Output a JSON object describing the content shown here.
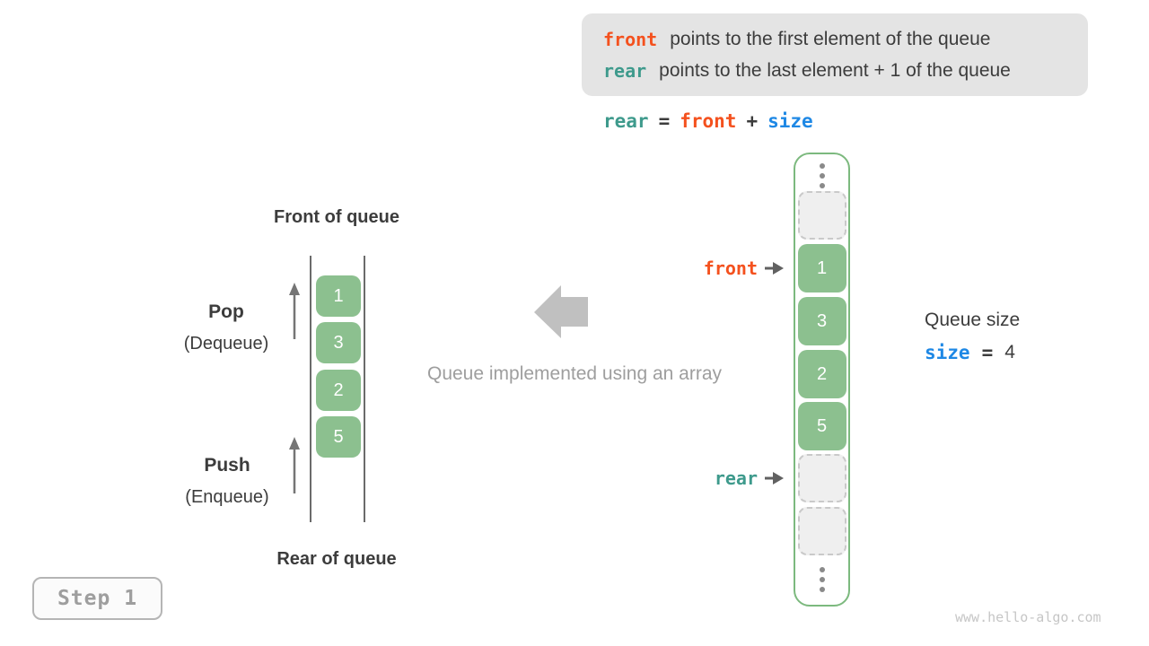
{
  "colors": {
    "front_orange": "#f4511e",
    "rear_teal": "#3e9a8c",
    "size_blue": "#1e88e5",
    "element_green": "#8cc08f",
    "frame_green_border": "#7cb97e",
    "note_box_bg": "#e4e4e4"
  },
  "note_box": {
    "line1": {
      "token": "front",
      "text": "points to the first element of the queue"
    },
    "line2": {
      "token": "rear",
      "text": "points to the last element + 1 of the queue"
    }
  },
  "formula": {
    "lhs": "rear",
    "eq": "=",
    "op1": "front",
    "plus": "+",
    "op2": "size"
  },
  "left_queue": {
    "front_label": "Front of queue",
    "rear_label": "Rear of queue",
    "pop_title": "Pop",
    "pop_subtitle": "(Dequeue)",
    "push_title": "Push",
    "push_subtitle": "(Enqueue)",
    "values": [
      "1",
      "3",
      "2",
      "5"
    ]
  },
  "center_caption": "Queue implemented using an array",
  "array_view": {
    "front_pointer": "front",
    "rear_pointer": "rear",
    "values": [
      "1",
      "3",
      "2",
      "5"
    ],
    "empty_slots_above": 1,
    "empty_slots_below": 2
  },
  "queue_size": {
    "label": "Queue size",
    "var": "size",
    "eq": "=",
    "value": "4"
  },
  "step_badge": "Step 1",
  "watermark": "www.hello-algo.com"
}
